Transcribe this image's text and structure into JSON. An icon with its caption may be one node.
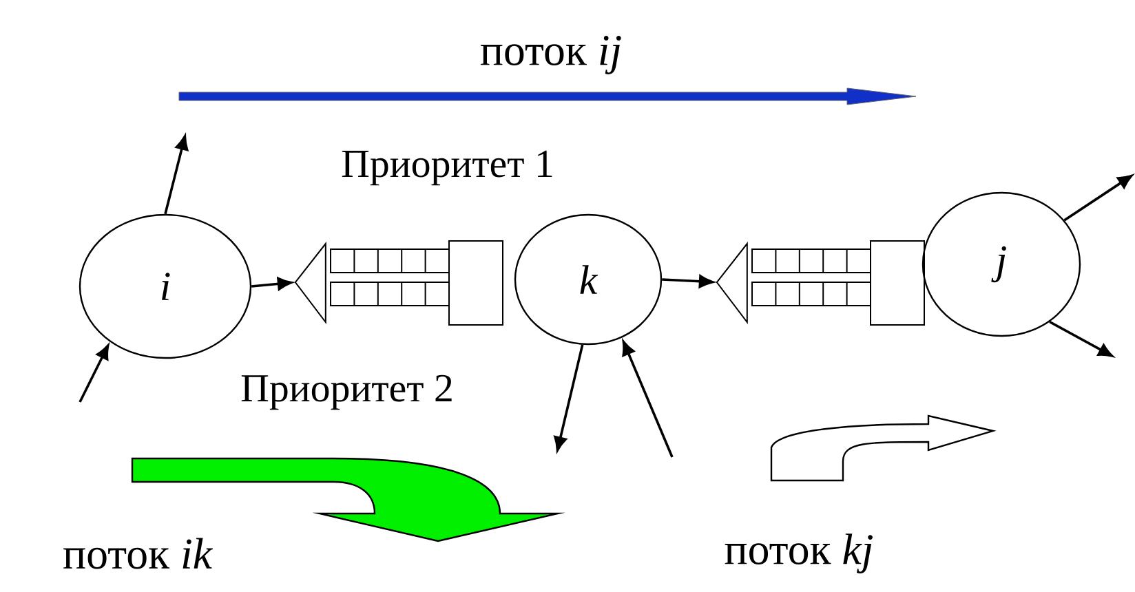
{
  "diagram": {
    "nodes": [
      {
        "text": [
          "i"
        ]
      },
      {
        "text": [],
        "shape": "picture"
      },
      {
        "text": [
          "k"
        ]
      },
      {
        "text": [],
        "shape": "picture"
      },
      {
        "text": [
          "j"
        ]
      }
    ],
    "edges": [
      {
        "from": 0,
        "to": 1,
        "arrow": "to"
      },
      {
        "from": 2,
        "to": 3,
        "arrow": "to"
      },
      {
        "from": 0,
        "to": null,
        "arrow": "to"
      },
      {
        "from": null,
        "to": 0,
        "arrow": "to"
      },
      {
        "from": 2,
        "to": null,
        "arrow": "to"
      },
      {
        "from": null,
        "to": 2,
        "arrow": "to"
      },
      {
        "from": 4,
        "to": null,
        "arrow": "to"
      },
      {
        "from": 4,
        "to": null,
        "arrow": "to"
      }
    ],
    "labels": [
      "поток *ij*",
      "Приоритет 1",
      "Приоритет 2",
      "поток *ik*",
      "поток *kj*"
    ]
  }
}
